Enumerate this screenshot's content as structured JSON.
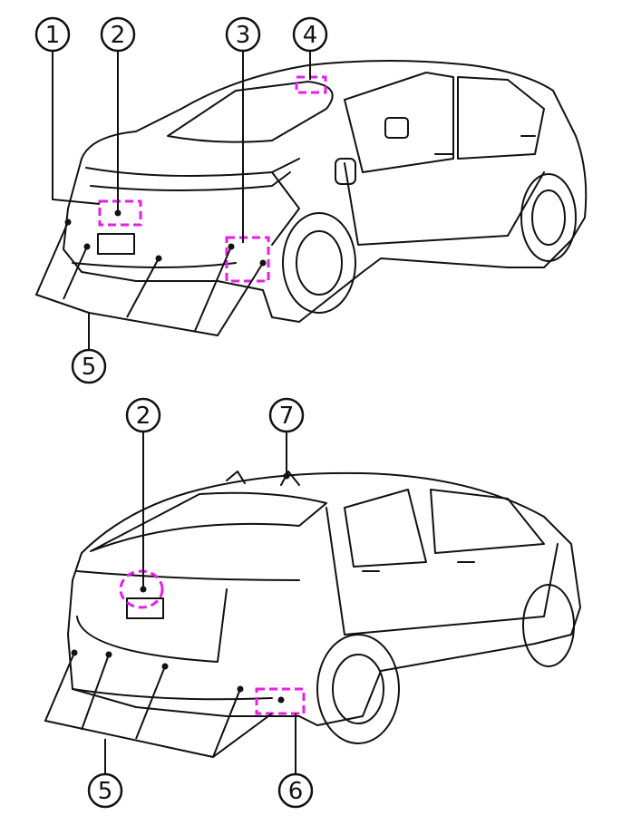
{
  "title": "Sensor and camera locations diagram",
  "front_view": {
    "callouts": [
      {
        "label": "1"
      },
      {
        "label": "2"
      },
      {
        "label": "3"
      },
      {
        "label": "4"
      },
      {
        "label": "5"
      }
    ]
  },
  "rear_view": {
    "callouts": [
      {
        "label": "2"
      },
      {
        "label": "7"
      },
      {
        "label": "5"
      },
      {
        "label": "6"
      }
    ]
  },
  "colors": {
    "highlight": "#e81ee8",
    "line": "#111111"
  }
}
